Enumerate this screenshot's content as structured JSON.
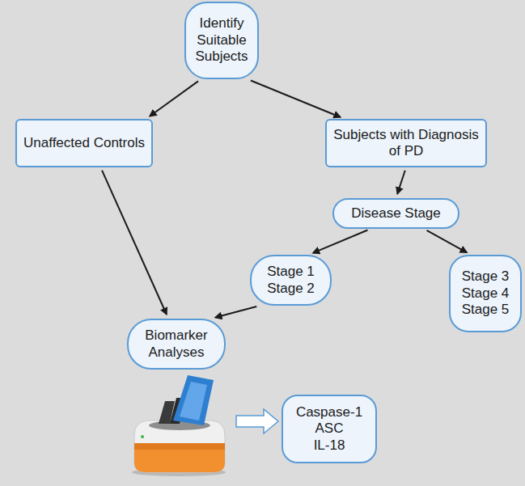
{
  "diagram": {
    "nodes": [
      {
        "text": [
          "Identify Suitable Subjects"
        ]
      },
      {
        "text": [
          "Unaffected Controls"
        ]
      },
      {
        "text": [
          "Subjects with Diagnosis of PD"
        ]
      },
      {
        "text": [
          "Disease Stage"
        ]
      },
      {
        "text": [
          "Stage 1",
          "Stage 2"
        ]
      },
      {
        "text": [
          "Stage 3",
          "Stage 4",
          "Stage 5"
        ]
      },
      {
        "text": [
          "Biomarker Analyses"
        ]
      },
      {
        "text": [
          "Caspase-1",
          "ASC",
          "IL-18"
        ]
      }
    ],
    "edges": [
      {
        "from": 0,
        "to": 1,
        "arrow": "to"
      },
      {
        "from": 0,
        "to": 2,
        "arrow": "to"
      },
      {
        "from": 1,
        "to": 6,
        "arrow": "to"
      },
      {
        "from": 2,
        "to": 3,
        "arrow": "to"
      },
      {
        "from": 3,
        "to": 4,
        "arrow": "to"
      },
      {
        "from": 3,
        "to": 5,
        "arrow": "to"
      },
      {
        "from": 4,
        "to": 6,
        "arrow": "to"
      }
    ]
  }
}
